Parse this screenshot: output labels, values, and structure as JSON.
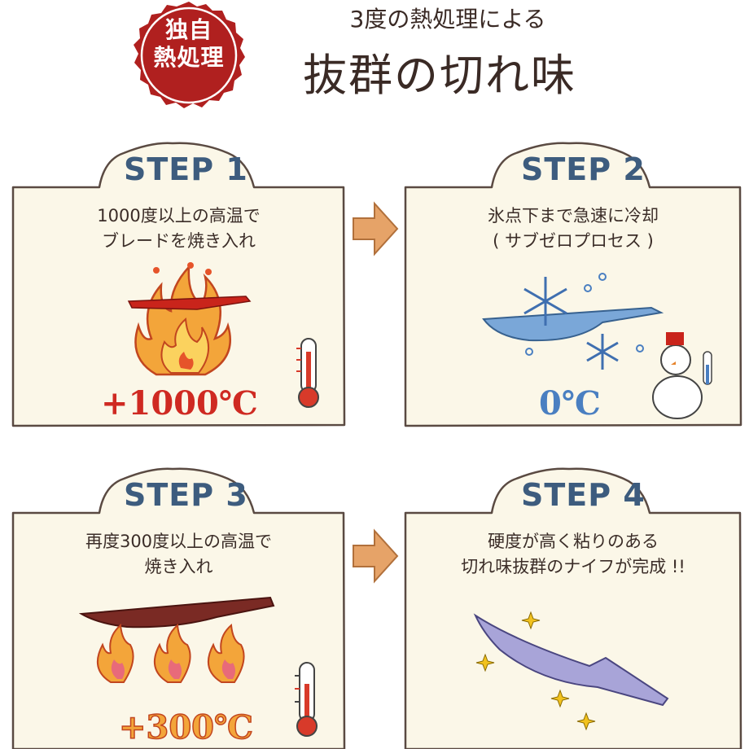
{
  "badge": {
    "line1": "独自",
    "line2": "熱処理"
  },
  "header": {
    "subtitle": "3度の熱処理による",
    "title": "抜群の切れ味"
  },
  "steps": [
    {
      "label": "STEP 1",
      "line1": "1000度以上の高温で",
      "line2": "ブレードを焼き入れ",
      "temp": "+1000℃"
    },
    {
      "label": "STEP 2",
      "line1": "氷点下まで急速に冷却",
      "line2": "( サブゼロプロセス )",
      "temp": "0℃"
    },
    {
      "label": "STEP 3",
      "line1": "再度300度以上の高温で",
      "line2": "焼き入れ",
      "temp": "+300℃"
    },
    {
      "label": "STEP 4",
      "line1": "硬度が高く粘りのある",
      "line2": "切れ味抜群のナイフが完成 !!",
      "temp": ""
    }
  ],
  "colors": {
    "card_bg": "#fbf7e8",
    "card_border": "#5a4a42",
    "step_text": "#3d5c7e",
    "arrow": "#e6a368",
    "badge": "#b0201f",
    "fire_temp": "#cf2a22",
    "ice_blue": "#4a7fc1"
  }
}
